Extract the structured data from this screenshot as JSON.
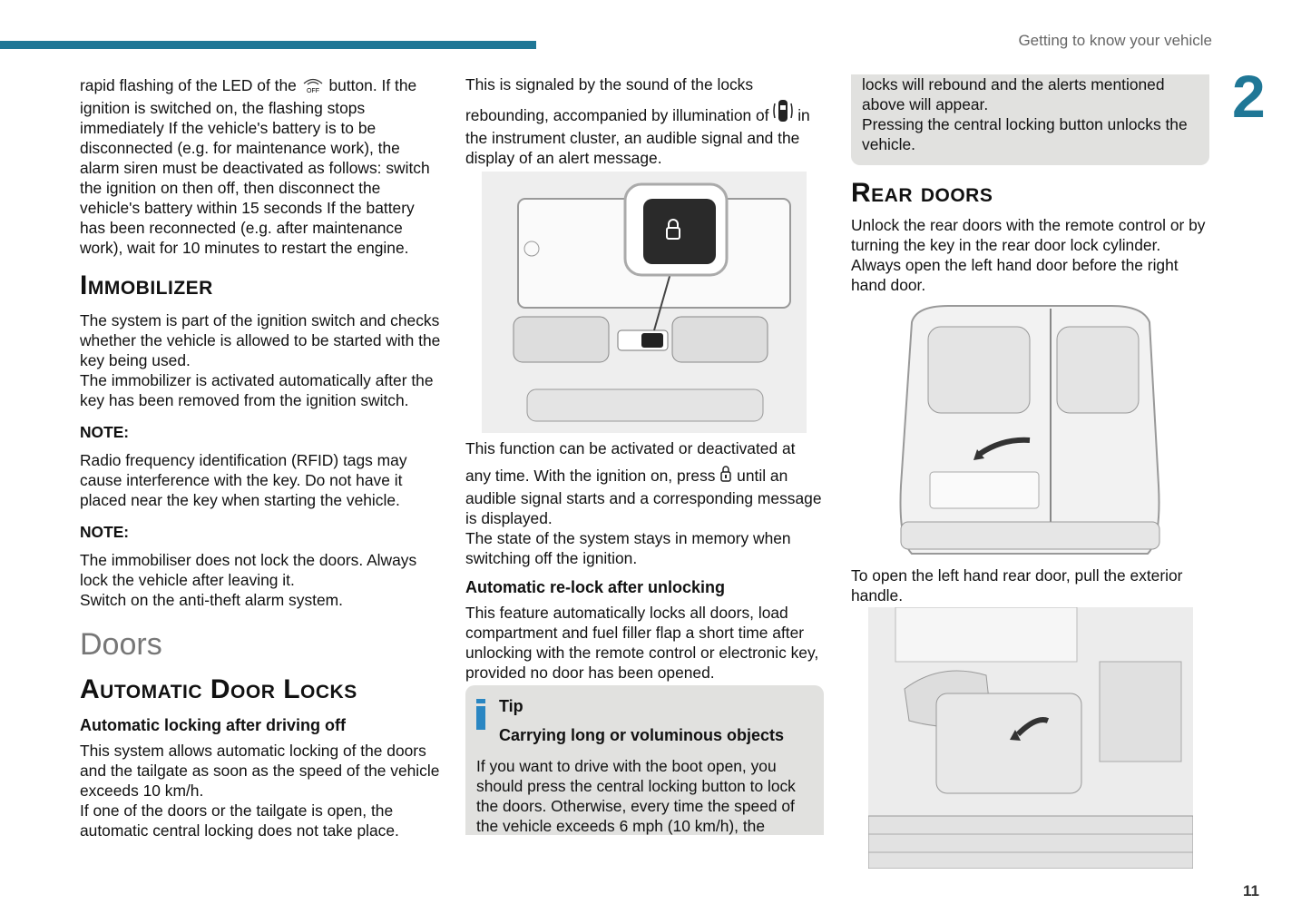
{
  "header": {
    "section_title": "Getting to know your vehicle",
    "chapter_number": "2",
    "accent_color": "#1f7796"
  },
  "col1": {
    "intro_a": "rapid flashing of the LED of the",
    "intro_b": "button. If the ignition is switched on, the flashing stops immediately If the vehicle's battery is to be disconnected (e.g. for maintenance work), the alarm siren must be deactivated as follows: switch the ignition on then off, then disconnect the vehicle's battery within 15 seconds If the battery has been reconnected (e.g. after maintenance work), wait for 10 minutes to restart the engine.",
    "immobilizer_heading": "Immobilizer",
    "immobilizer_p1": "The system is part of the ignition switch and checks whether the vehicle is allowed to be started with the key being used.",
    "immobilizer_p2": "The immobilizer is activated automatically after the key has been removed from the ignition switch.",
    "note1_label": "NOTE:",
    "note1_text": "Radio frequency identification (RFID) tags may cause interference with the key. Do not have it placed near the key when starting the vehicle.",
    "note2_label": "NOTE:",
    "note2_p1": "The immobiliser does not lock the doors. Always lock the vehicle after leaving it.",
    "note2_p2": "Switch on the anti-theft alarm system.",
    "doors_heading": "Doors",
    "auto_locks_heading": "Automatic Door Locks",
    "auto_lock_driving_heading": "Automatic locking after driving off",
    "auto_lock_p1": "This system allows automatic locking of the doors and the tailgate as soon as the speed of the vehicle exceeds 10 km/h.",
    "auto_lock_p2": "If one of the doors or the tailgate is open, the automatic central locking does not take place."
  },
  "col2": {
    "p1_a": "This is signaled by the sound of the locks",
    "p1_b": "rebounding, accompanied by illumination of",
    "p1_c": "in the instrument cluster, an audible signal and the display of an alert message.",
    "p2_a": "This function can be activated or deactivated at",
    "p2_b": "any time. With the ignition on, press",
    "p2_c": "until",
    "p2_d": "an audible signal starts and a corresponding message is displayed.",
    "p3": "The state of the system stays in memory when switching off the ignition.",
    "relock_heading": "Automatic re-lock after unlocking",
    "relock_text": "This feature automatically locks all doors, load compartment and fuel filler flap a short time after unlocking with the remote control or electronic key, provided no door has been opened.",
    "tip": {
      "label": "Tip",
      "title": "Carrying long or voluminous objects",
      "text": "If you want to drive with the boot open, you should press the central locking button to lock the doors. Otherwise, every time the speed of the vehicle exceeds 6 mph (10 km/h), the"
    }
  },
  "col3": {
    "tip_cont_p1": "locks will rebound and the alerts mentioned above will appear.",
    "tip_cont_p2": "Pressing the central locking button unlocks the vehicle.",
    "rear_heading": "Rear doors",
    "rear_p1": "Unlock the rear doors with the remote control or by turning the key in the rear door lock cylinder. Always open the left hand door before the right hand door.",
    "rear_p2": "To open the left hand rear door, pull the exterior handle."
  },
  "footer": {
    "page_number": "11"
  }
}
